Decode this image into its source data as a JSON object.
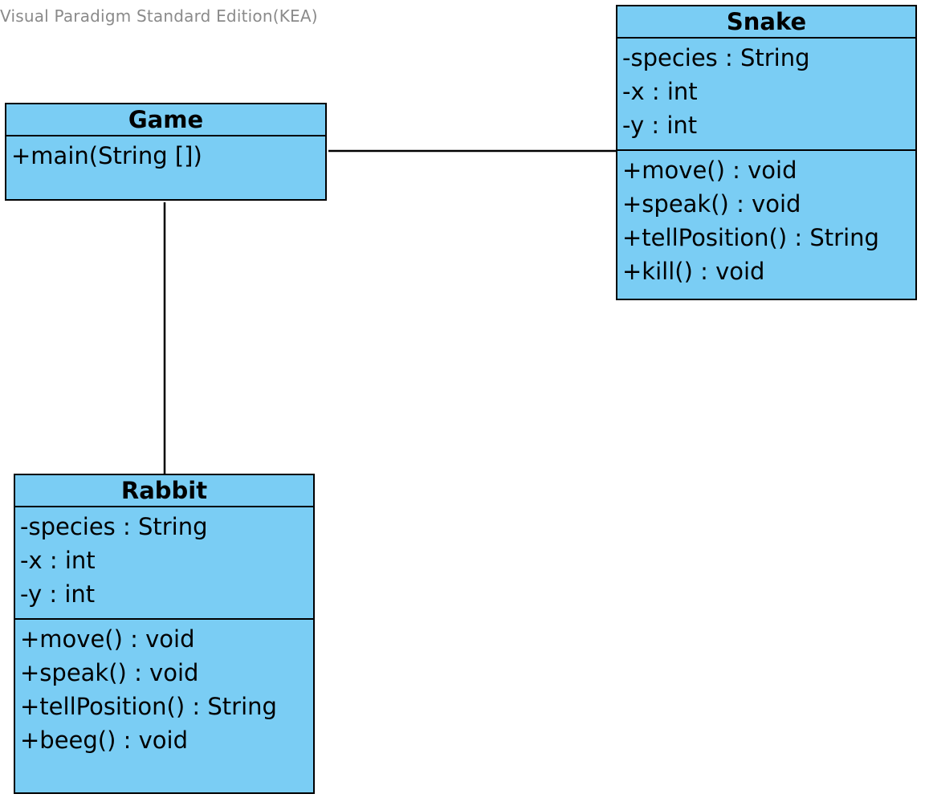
{
  "watermark": "Visual Paradigm Standard Edition(KEA)",
  "colors": {
    "class_fill": "#7acdf4",
    "stroke": "#000000",
    "watermark": "#8a8a8a"
  },
  "classes": {
    "game": {
      "name": "Game",
      "attributes": [],
      "operations": [
        "+main(String [])"
      ]
    },
    "snake": {
      "name": "Snake",
      "attributes": [
        "-species : String",
        "-x : int",
        "-y : int"
      ],
      "operations": [
        "+move() : void",
        "+speak() : void",
        "+tellPosition() : String",
        "+kill() : void"
      ]
    },
    "rabbit": {
      "name": "Rabbit",
      "attributes": [
        "-species : String",
        "-x : int",
        "-y : int"
      ],
      "operations": [
        "+move() : void",
        "+speak() : void",
        "+tellPosition() : String",
        "+beeg() : void"
      ]
    }
  },
  "associations": [
    {
      "from": "Game",
      "to": "Snake"
    },
    {
      "from": "Game",
      "to": "Rabbit"
    }
  ]
}
